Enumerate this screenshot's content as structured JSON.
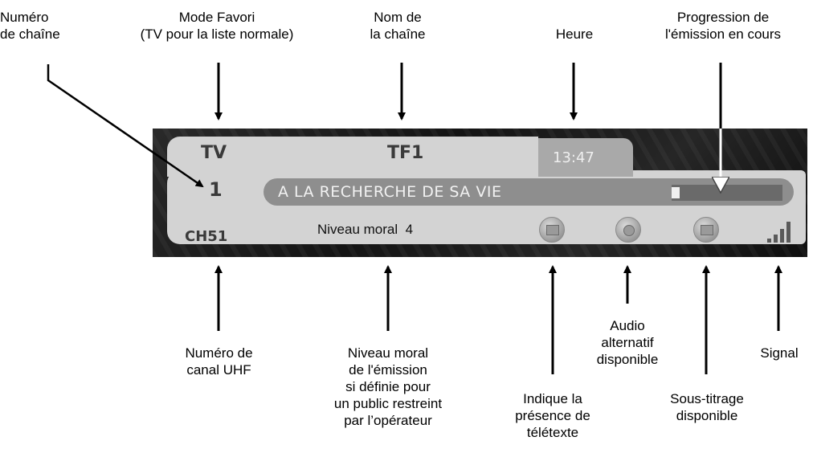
{
  "banner": {
    "favorite_mode": "TV",
    "channel_number": "1",
    "channel_name": "TF1",
    "time": "13:47",
    "program_title": "A LA RECHERCHE DE SA VIE",
    "uhf_channel": "CH51",
    "moral_label": "Niveau moral",
    "moral_value": "4",
    "progress_fraction": 0.07,
    "icons": [
      "teletext-icon",
      "alternate-audio-icon",
      "subtitles-icon",
      "signal-bars-icon"
    ],
    "colors": {
      "panel": "#d3d3d3",
      "title_bar": "#8e8e8e",
      "time_tab": "#a9a9a9",
      "background": "#1a1a1a"
    }
  },
  "annotations": {
    "numero_chaine": [
      "Numéro",
      "de chaîne"
    ],
    "mode_favori": [
      "Mode Favori",
      "(TV pour la liste normale)"
    ],
    "nom_chaine": [
      "Nom de",
      "la chaîne"
    ],
    "heure": [
      "Heure"
    ],
    "progression": [
      "Progression de",
      "l'émission en cours"
    ],
    "canal_uhf": [
      "Numéro de",
      "canal UHF"
    ],
    "niveau_moral": [
      "Niveau moral",
      "de l'émission",
      "si définie pour",
      "un public restreint",
      "par l’opérateur"
    ],
    "teletexte": [
      "Indique la",
      "présence de",
      "télétexte"
    ],
    "audio": [
      "Audio",
      "alternatif",
      "disponible"
    ],
    "sous_titrage": [
      "Sous-titrage",
      "disponible"
    ],
    "signal": [
      "Signal"
    ]
  }
}
